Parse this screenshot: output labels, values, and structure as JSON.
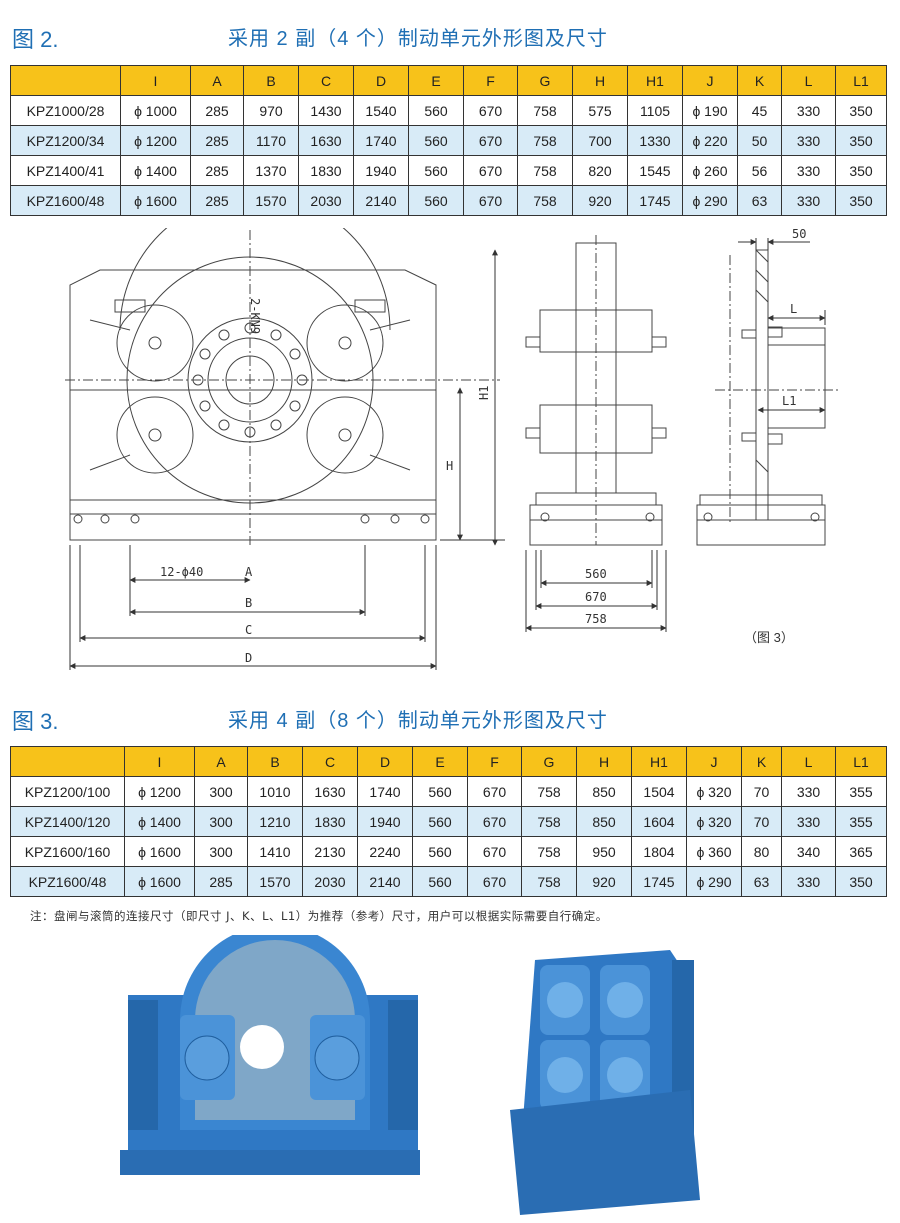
{
  "figure2": {
    "label": "图 2.",
    "title": "采用 2 副（4 个）制动单元外形图及尺寸",
    "headers": [
      "",
      "I",
      "A",
      "B",
      "C",
      "D",
      "E",
      "F",
      "G",
      "H",
      "H1",
      "J",
      "K",
      "L",
      "L1"
    ],
    "rows": [
      [
        "KPZ1000/28",
        "ϕ 1000",
        "285",
        "970",
        "1430",
        "1540",
        "560",
        "670",
        "758",
        "575",
        "1105",
        "ϕ 190",
        "45",
        "330",
        "350"
      ],
      [
        "KPZ1200/34",
        "ϕ 1200",
        "285",
        "1170",
        "1630",
        "1740",
        "560",
        "670",
        "758",
        "700",
        "1330",
        "ϕ 220",
        "50",
        "330",
        "350"
      ],
      [
        "KPZ1400/41",
        "ϕ 1400",
        "285",
        "1370",
        "1830",
        "1940",
        "560",
        "670",
        "758",
        "820",
        "1545",
        "ϕ 260",
        "56",
        "330",
        "350"
      ],
      [
        "KPZ1600/48",
        "ϕ 1600",
        "285",
        "1570",
        "2030",
        "2140",
        "560",
        "670",
        "758",
        "920",
        "1745",
        "ϕ 290",
        "63",
        "330",
        "350"
      ]
    ]
  },
  "drawing": {
    "label_2kn9": "2-KN9",
    "label_12phi40": "12-ϕ40",
    "dim_A": "A",
    "dim_B": "B",
    "dim_C": "C",
    "dim_D": "D",
    "dim_H": "H",
    "dim_H1": "H1",
    "dim_560": "560",
    "dim_670": "670",
    "dim_758": "758",
    "dim_50": "50",
    "dim_L": "L",
    "dim_L1": "L1",
    "fig3_caption": "（图 3）"
  },
  "figure3": {
    "label": "图 3.",
    "title": "采用 4 副（8 个）制动单元外形图及尺寸",
    "headers": [
      "",
      "I",
      "A",
      "B",
      "C",
      "D",
      "E",
      "F",
      "G",
      "H",
      "H1",
      "J",
      "K",
      "L",
      "L1"
    ],
    "rows": [
      [
        "KPZ1200/100",
        "ϕ 1200",
        "300",
        "1010",
        "1630",
        "1740",
        "560",
        "670",
        "758",
        "850",
        "1504",
        "ϕ 320",
        "70",
        "330",
        "355"
      ],
      [
        "KPZ1400/120",
        "ϕ 1400",
        "300",
        "1210",
        "1830",
        "1940",
        "560",
        "670",
        "758",
        "850",
        "1604",
        "ϕ 320",
        "70",
        "330",
        "355"
      ],
      [
        "KPZ1600/160",
        "ϕ 1600",
        "300",
        "1410",
        "2130",
        "2240",
        "560",
        "670",
        "758",
        "950",
        "1804",
        "ϕ 360",
        "80",
        "340",
        "365"
      ],
      [
        "KPZ1600/48",
        "ϕ 1600",
        "285",
        "1570",
        "2030",
        "2140",
        "560",
        "670",
        "758",
        "920",
        "1745",
        "ϕ 290",
        "63",
        "330",
        "350"
      ]
    ]
  },
  "note": "注：盘闸与滚筒的连接尺寸（即尺寸 J、K、L、L1）为推荐（参考）尺寸，用户可以根据实际需要自行确定。",
  "colors": {
    "heading_blue": "#1f6fb4",
    "header_yellow": "#f7c21a",
    "row_blue": "#d8ebf7",
    "machine_blue": "#2f78c4"
  }
}
